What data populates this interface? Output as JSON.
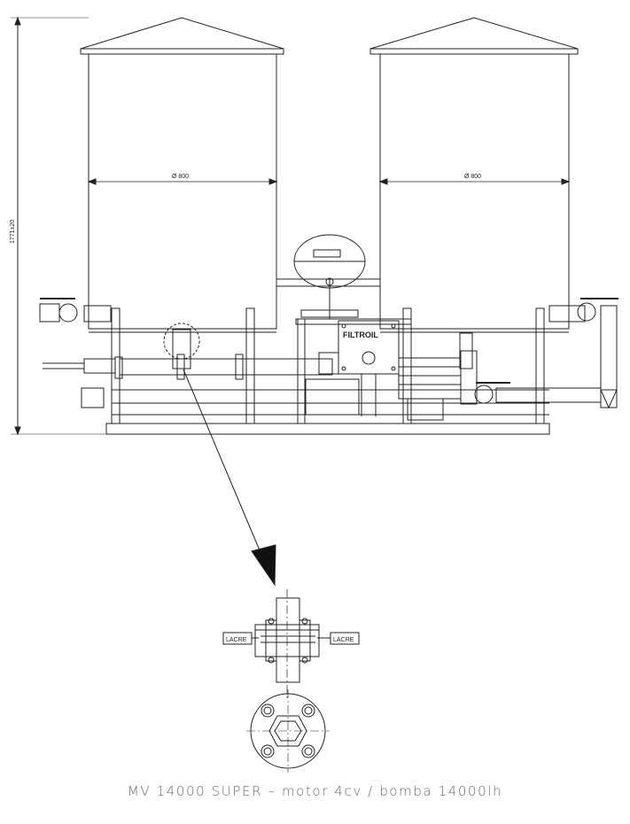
{
  "dimensions": {
    "height_label": "1771±20",
    "left_tank_diameter": "Ø 800",
    "right_tank_diameter": "Ø 800"
  },
  "brand_label": "FILTROIL",
  "seal_labels": {
    "left": "LACRE",
    "right": "LACRE"
  },
  "caption": "MV 14000 SUPER – motor 4cv / bomba 14000lh"
}
